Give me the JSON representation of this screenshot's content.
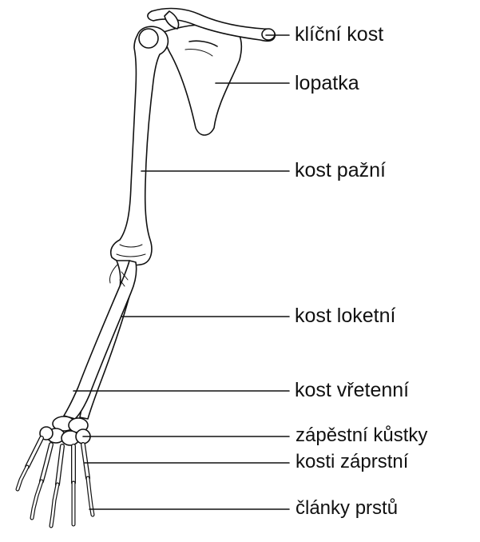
{
  "labels": [
    {
      "key": "klicni-kost",
      "text": "klíční kost"
    },
    {
      "key": "lopatka",
      "text": "lopatka"
    },
    {
      "key": "kost-pazni",
      "text": "kost pažní"
    },
    {
      "key": "kost-loketni",
      "text": "kost loketní"
    },
    {
      "key": "kost-vretenni",
      "text": "kost vřetenní"
    },
    {
      "key": "zapestni-kustky",
      "text": "zápěstní kůstky"
    },
    {
      "key": "kosti-zaprstni",
      "text": "kosti záprstní"
    },
    {
      "key": "clanky-prstu",
      "text": "články prstů"
    }
  ],
  "colors": {
    "line": "#111111",
    "background": "#ffffff"
  }
}
